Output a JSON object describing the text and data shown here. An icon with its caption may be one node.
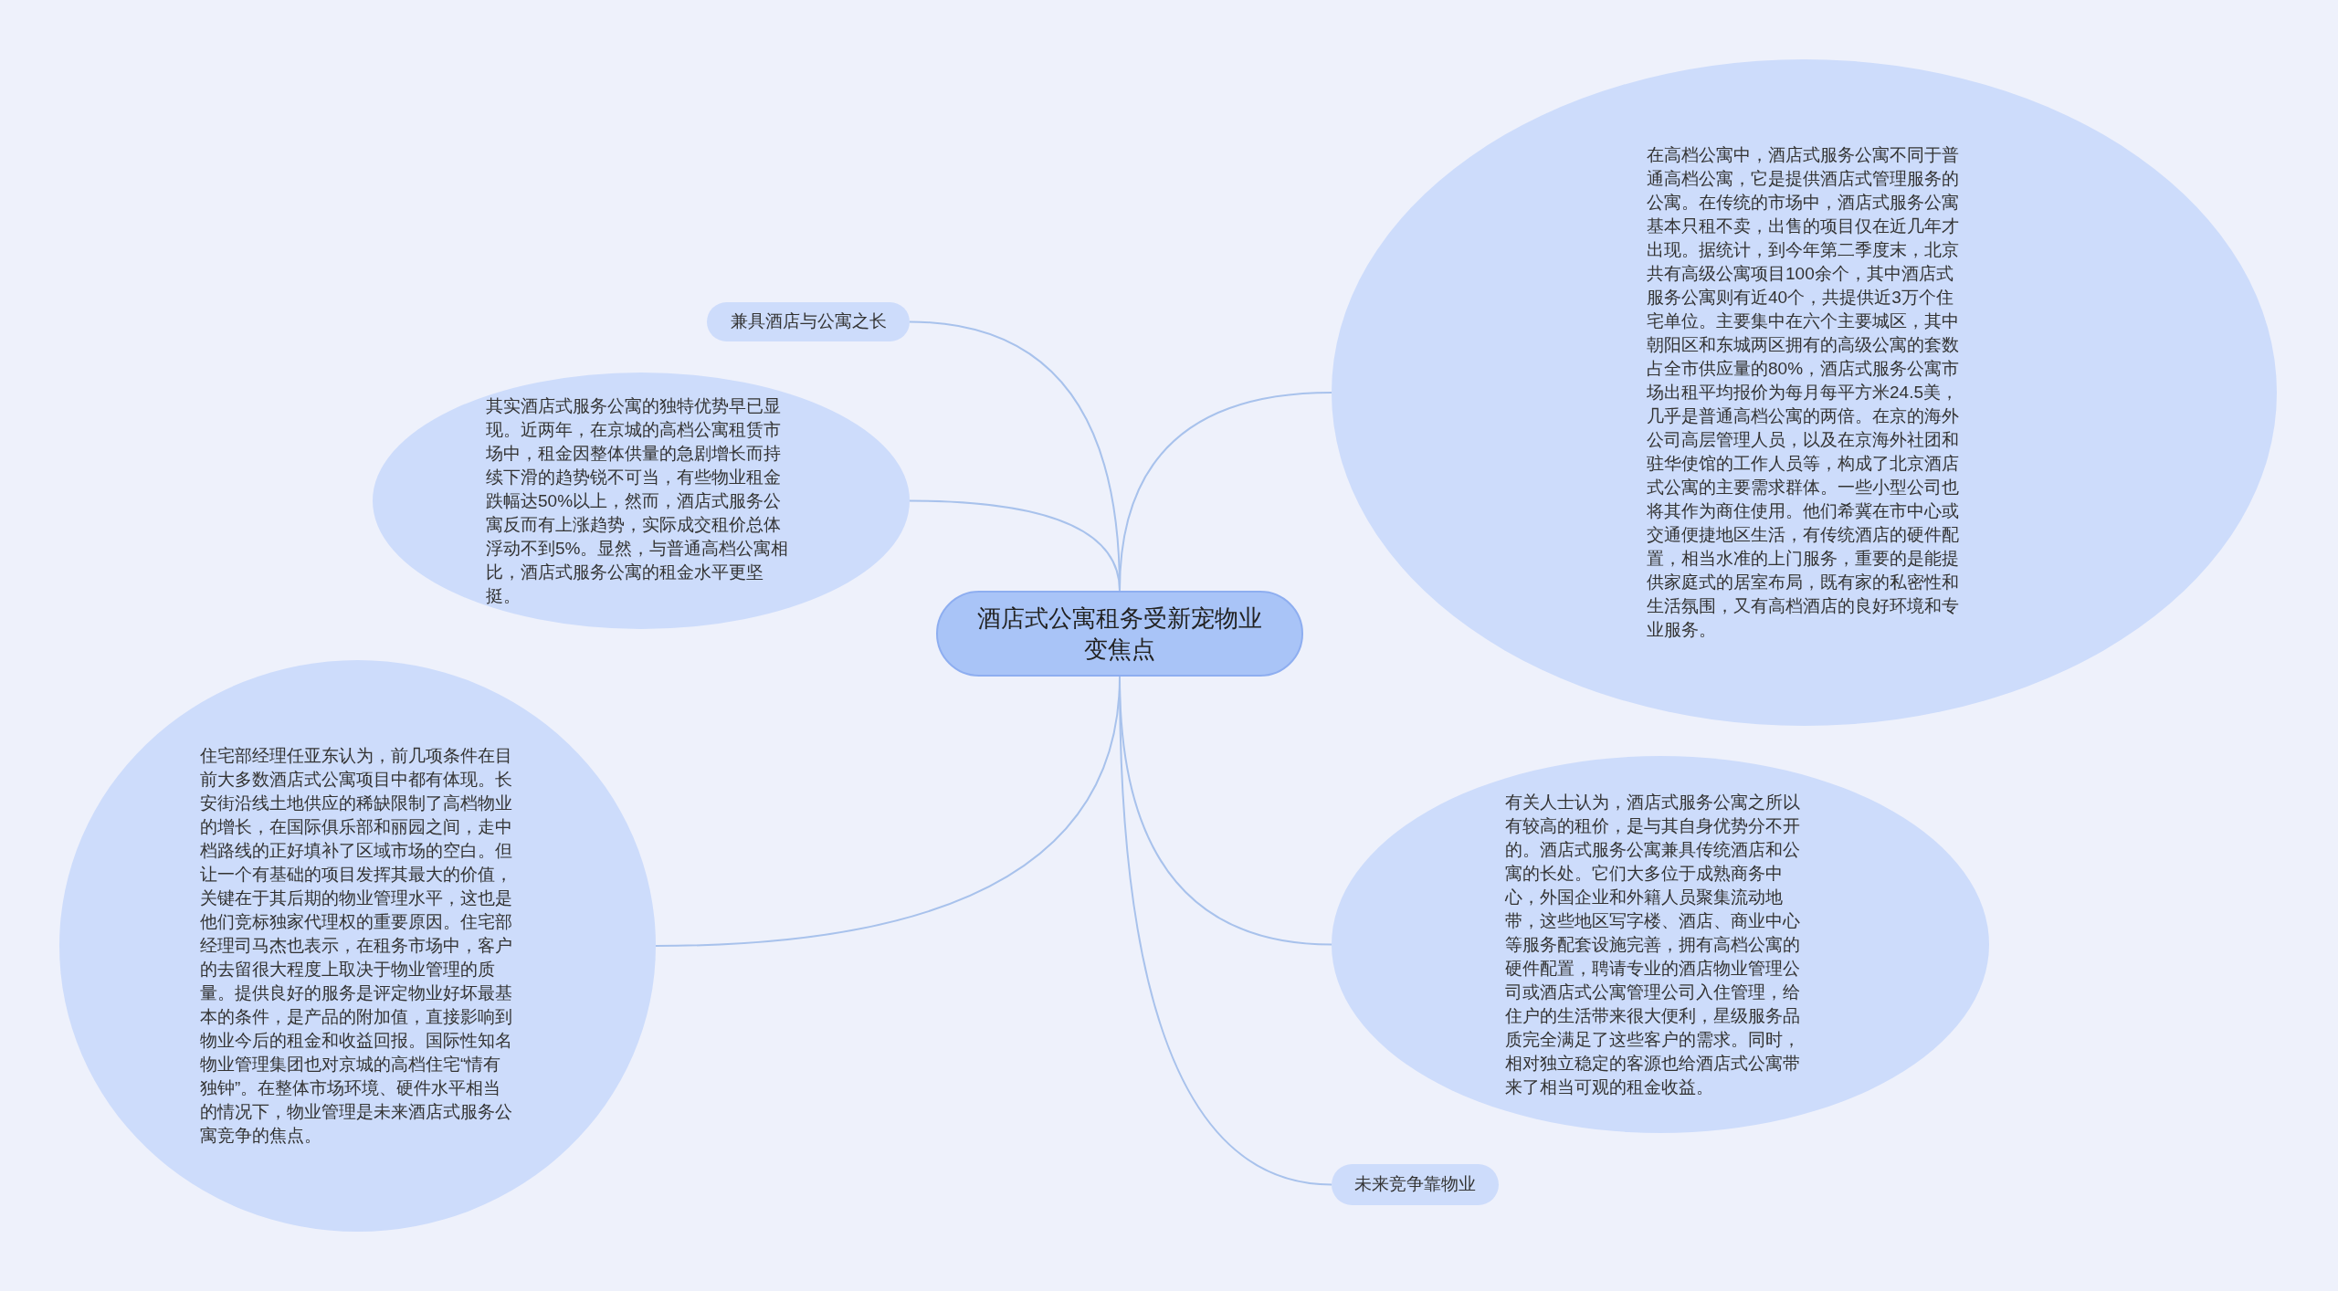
{
  "diagram": {
    "nodes": [
      {
        "text": [
          "酒店式公寓租务受新宠物业变焦点"
        ]
      },
      {
        "text": [
          "兼具酒店与公寓之长"
        ]
      },
      {
        "text": [
          "其实酒店式服务公寓的独特优势早已显现。近两年，在京城的高档公寓租赁市场中，租金因整体供量的急剧增长而持续下滑的趋势锐不可当，有些物业租金跌幅达50%以上，然而，酒店式服务公寓反而有上涨趋势，实际成交租价总体浮动不到5%。显然，与普通高档公寓相比，酒店式服务公寓的租金水平更坚挺。"
        ]
      },
      {
        "text": [
          "住宅部经理任亚东认为，前几项条件在目前大多数酒店式公寓项目中都有体现。长安街沿线土地供应的稀缺限制了高档物业的增长，在国际俱乐部和丽园之间，走中档路线的正好填补了区域市场的空白。但让一个有基础的项目发挥其最大的价值，关键在于其后期的物业管理水平，这也是他们竞标独家代理权的重要原因。住宅部经理司马杰也表示，在租务市场中，客户的去留很大程度上取决于物业管理的质量。提供良好的服务是评定物业好坏最基本的条件，是产品的附加值，直接影响到物业今后的租金和收益回报。国际性知名物业管理集团也对京城的高档住宅“情有独钟”。在整体市场环境、硬件水平相当的情况下，物业管理是未来酒店式服务公寓竞争的焦点。"
        ]
      },
      {
        "text": [
          "在高档公寓中，酒店式服务公寓不同于普通高档公寓，它是提供酒店式管理服务的公寓。在传统的市场中，酒店式服务公寓基本只租不卖，出售的项目仅在近几年才出现。据统计，到今年第二季度末，北京共有高级公寓项目100余个，其中酒店式服务公寓则有近40个，共提供近3万个住宅单位。主要集中在六个主要城区，其中朝阳区和东城两区拥有的高级公寓的套数占全市供应量的80%，酒店式服务公寓市场出租平均报价为每月每平方米24.5美，几乎是普通高档公寓的两倍。在京的海外公司高层管理人员，以及在京海外社团和驻华使馆的工作人员等，构成了北京酒店式公寓的主要需求群体。一些小型公司也将其作为商住使用。他们希冀在市中心或交通便捷地区生活，有传统酒店的硬件配置，相当水准的上门服务，重要的是能提供家庭式的居室布局，既有家的私密性和生活氛围，又有高档酒店的良好环境和专业服务。"
        ]
      },
      {
        "text": [
          "有关人士认为，酒店式服务公寓之所以有较高的租价，是与其自身优势分不开的。酒店式服务公寓兼具传统酒店和公寓的长处。它们大多位于成熟商务中心，外国企业和外籍人员聚集流动地带，这些地区写字楼、酒店、商业中心等服务配套设施完善，拥有高档公寓的硬件配置，聘请专业的酒店物业管理公司或酒店式公寓管理公司入住管理，给住户的生活带来很大便利，星级服务品质完全满足了这些客户的需求。同时，相对独立稳定的客源也给酒店式公寓带来了相当可观的租金收益。"
        ]
      },
      {
        "text": [
          "未来竞争靠物业"
        ]
      }
    ],
    "edges": [
      {
        "from": 0,
        "to": 1,
        "arrow": "none"
      },
      {
        "from": 0,
        "to": 2,
        "arrow": "none"
      },
      {
        "from": 0,
        "to": 3,
        "arrow": "none"
      },
      {
        "from": 0,
        "to": 4,
        "arrow": "none"
      },
      {
        "from": 0,
        "to": 5,
        "arrow": "none"
      },
      {
        "from": 0,
        "to": 6,
        "arrow": "none"
      }
    ]
  }
}
